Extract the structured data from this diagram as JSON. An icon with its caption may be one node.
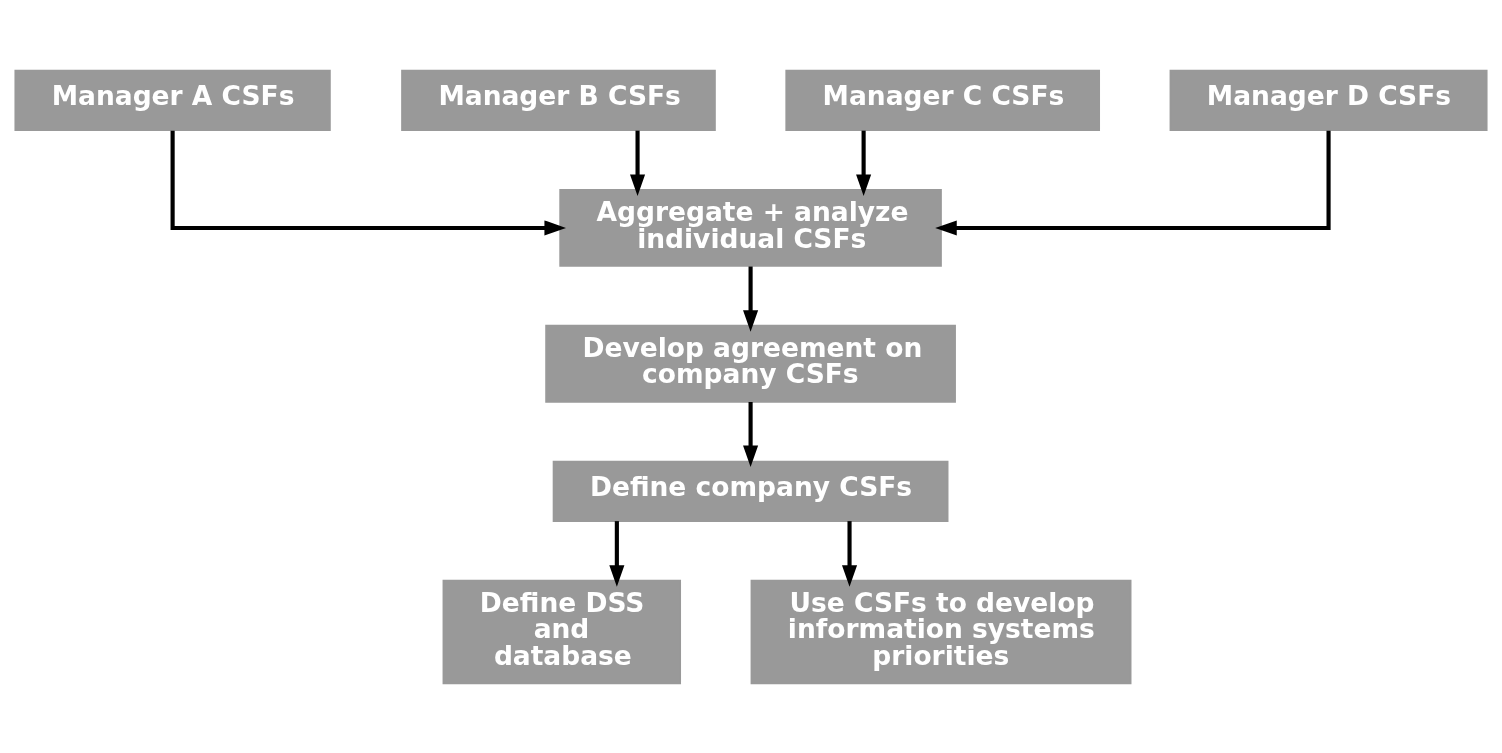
{
  "diagram": {
    "nodes": [
      {
        "text": [
          "Manager A CSFs"
        ]
      },
      {
        "text": [
          "Manager B CSFs"
        ]
      },
      {
        "text": [
          "Manager C CSFs"
        ]
      },
      {
        "text": [
          "Manager D CSFs"
        ]
      },
      {
        "text": [
          "Aggregate + analyze individual CSFs"
        ]
      },
      {
        "text": [
          "Develop agreement on company CSFs"
        ]
      },
      {
        "text": [
          "Define company CSFs"
        ]
      },
      {
        "text": [
          "Define DSS and database"
        ]
      },
      {
        "text": [
          "Use CSFs to develop information systems priorities"
        ]
      }
    ],
    "edges": [
      {
        "from": 0,
        "to": 4,
        "arrow": "to"
      },
      {
        "from": 1,
        "to": 4,
        "arrow": "to"
      },
      {
        "from": 2,
        "to": 4,
        "arrow": "to"
      },
      {
        "from": 3,
        "to": 4,
        "arrow": "to"
      },
      {
        "from": 4,
        "to": 5,
        "arrow": "to"
      },
      {
        "from": 5,
        "to": 6,
        "arrow": "to"
      },
      {
        "from": 6,
        "to": 7,
        "arrow": "to"
      },
      {
        "from": 6,
        "to": 8,
        "arrow": "to"
      }
    ]
  }
}
